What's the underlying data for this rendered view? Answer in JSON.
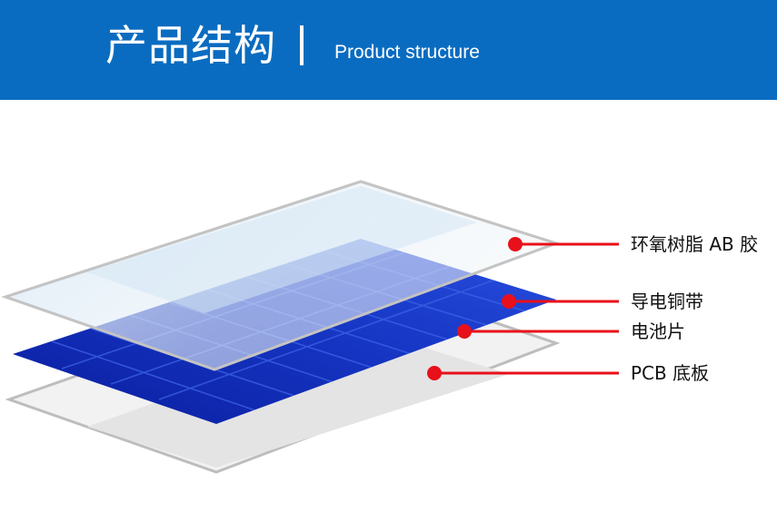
{
  "header": {
    "title": "产品结构",
    "subtitle": "Product structure",
    "background_color": "#0a6cc0"
  },
  "layers": [
    {
      "label": "环氧树脂 AB 胶",
      "color": "#e8f2fa"
    },
    {
      "label": "导电铜带",
      "color": "#1e3fc8"
    },
    {
      "label": "电池片",
      "color": "#1a33b0"
    },
    {
      "label": "PCB 底板",
      "color": "#e6e6e6"
    }
  ],
  "callout": {
    "line_color": "#e8101a"
  }
}
